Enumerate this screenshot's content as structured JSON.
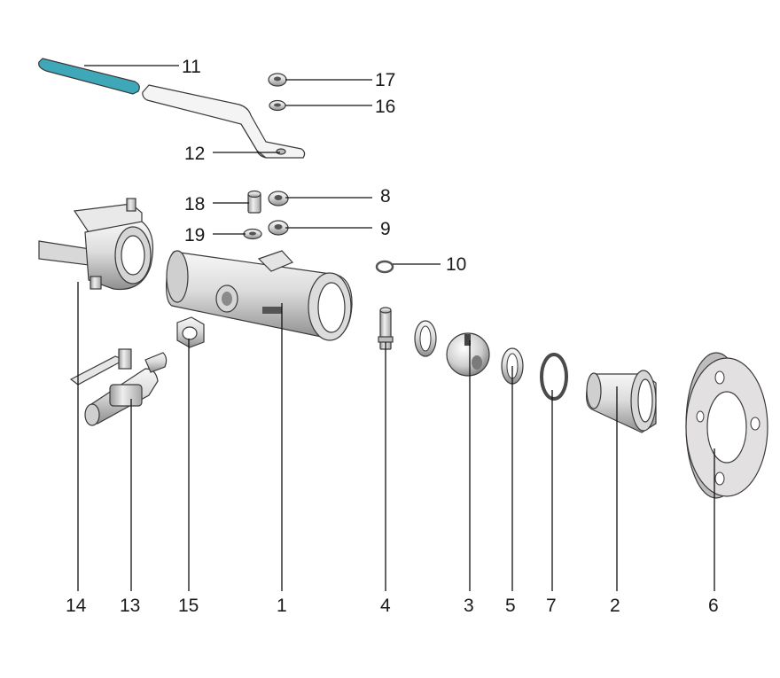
{
  "diagram": {
    "colors": {
      "handle_grip": "#3fa8b8",
      "metal_light": "#f2f2f2",
      "metal_dark": "#9a9a9a",
      "flange_face": "#e3e0e2",
      "line": "#111111"
    },
    "callouts": [
      {
        "id": "p11",
        "text": "11"
      },
      {
        "id": "p17",
        "text": "17"
      },
      {
        "id": "p16",
        "text": "16"
      },
      {
        "id": "p12",
        "text": "12"
      },
      {
        "id": "p18",
        "text": "18"
      },
      {
        "id": "p8",
        "text": "8"
      },
      {
        "id": "p19",
        "text": "19"
      },
      {
        "id": "p9",
        "text": "9"
      },
      {
        "id": "p10",
        "text": "10"
      },
      {
        "id": "p14",
        "text": "14"
      },
      {
        "id": "p13",
        "text": "13"
      },
      {
        "id": "p15",
        "text": "15"
      },
      {
        "id": "p1",
        "text": "1"
      },
      {
        "id": "p4",
        "text": "4"
      },
      {
        "id": "p3",
        "text": "3"
      },
      {
        "id": "p5",
        "text": "5"
      },
      {
        "id": "p7",
        "text": "7"
      },
      {
        "id": "p2",
        "text": "2"
      },
      {
        "id": "p6",
        "text": "6"
      }
    ]
  }
}
